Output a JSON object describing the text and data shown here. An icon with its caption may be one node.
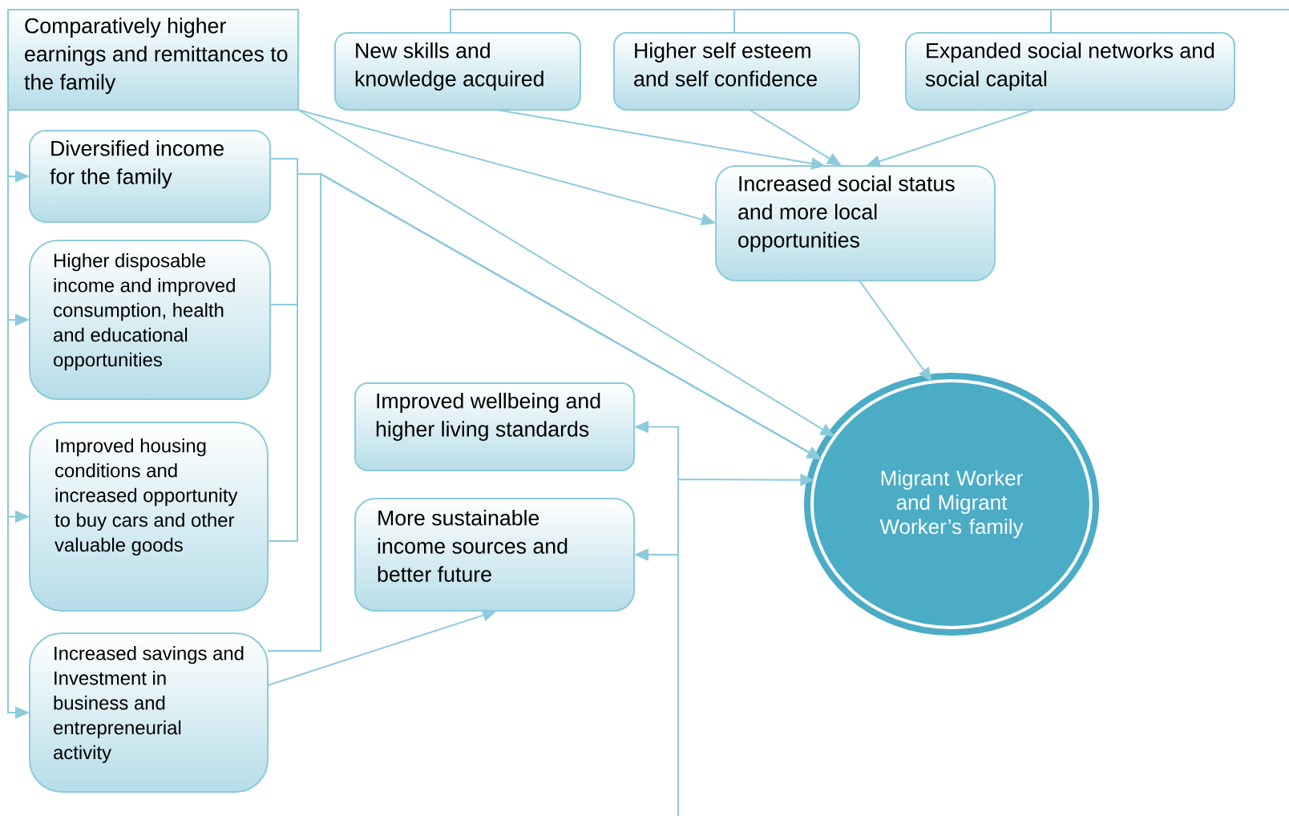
{
  "diagram": {
    "nodes": [
      {
        "text": [
          "Comparatively higher earnings and remittances to the family"
        ]
      },
      {
        "text": [
          "New skills and knowledge acquired"
        ]
      },
      {
        "text": [
          "Higher self esteem and self confidence"
        ]
      },
      {
        "text": [
          "Expanded social networks and social capital"
        ]
      },
      {
        "text": [
          "Diversified income for the family"
        ]
      },
      {
        "text": [
          "Higher disposable income and improved consumption, health and educational opportunities"
        ]
      },
      {
        "text": [
          "Increased social status and more local opportunities"
        ]
      },
      {
        "text": [
          "Improved wellbeing and higher living standards"
        ]
      },
      {
        "text": [
          "Improved housing conditions and increased opportunity to buy cars and other valuable goods"
        ]
      },
      {
        "text": [
          "More sustainable income sources and better future"
        ]
      },
      {
        "text": [
          "Increased savings and Investment in business and entrepreneurial activity"
        ]
      },
      {
        "text": [
          "Migrant Worker and Migrant Worker’s family"
        ]
      }
    ],
    "edges": [
      {
        "from": 0,
        "to": 4,
        "arrow": "to"
      },
      {
        "from": 0,
        "to": 5,
        "arrow": "to"
      },
      {
        "from": 0,
        "to": 8,
        "arrow": "to"
      },
      {
        "from": 0,
        "to": 10,
        "arrow": "to"
      },
      {
        "from": 0,
        "to": 6,
        "arrow": "to"
      },
      {
        "from": 0,
        "to": 11,
        "arrow": "to"
      },
      {
        "from": 1,
        "to": 6,
        "arrow": "to"
      },
      {
        "from": 2,
        "to": 6,
        "arrow": "to"
      },
      {
        "from": 3,
        "to": 6,
        "arrow": "to"
      },
      {
        "from": 6,
        "to": 11,
        "arrow": "to"
      },
      {
        "from": 4,
        "to": 11,
        "arrow": "to"
      },
      {
        "from": 5,
        "to": 11,
        "arrow": "to"
      },
      {
        "from": 8,
        "to": 11,
        "arrow": "to"
      },
      {
        "from": 10,
        "to": 11,
        "arrow": "to"
      },
      {
        "from": 10,
        "to": 9,
        "arrow": "to"
      },
      {
        "from": null,
        "to": 7,
        "arrow": "to"
      },
      {
        "from": null,
        "to": 9,
        "arrow": "to"
      },
      {
        "from": null,
        "to": 11,
        "arrow": "to"
      },
      {
        "from": 1,
        "to": null,
        "arrow": "none"
      },
      {
        "from": 2,
        "to": null,
        "arrow": "none"
      },
      {
        "from": 3,
        "to": null,
        "arrow": "none"
      }
    ]
  }
}
